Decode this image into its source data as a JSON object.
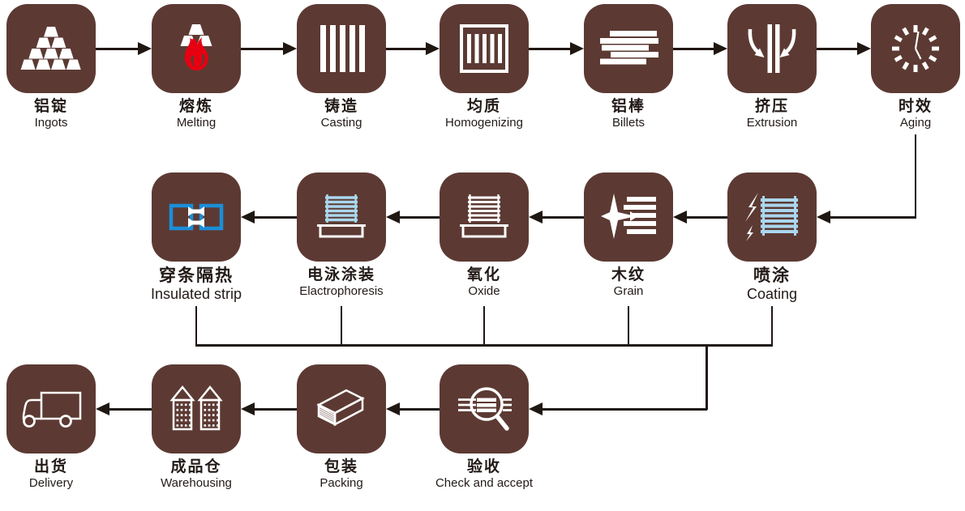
{
  "title": "Aluminium profile production process flow",
  "colors": {
    "box": "#5c3a33",
    "flame_red": "#e60012",
    "light_blue": "#aad7ee",
    "bright_blue": "#1b8ed8",
    "line": "#1f1712",
    "text": "#221a17",
    "icon_white": "#ffffff",
    "background": "#ffffff"
  },
  "rows": [
    {
      "items": [
        {
          "zh": "铝锭",
          "en": "Ingots",
          "icon": "ingots-icon"
        },
        {
          "zh": "熔炼",
          "en": "Melting",
          "icon": "melting-flame-icon"
        },
        {
          "zh": "铸造",
          "en": "Casting",
          "icon": "casting-bars-icon"
        },
        {
          "zh": "均质",
          "en": "Homogenizing",
          "icon": "homogenizing-icon"
        },
        {
          "zh": "铝棒",
          "en": "Billets",
          "icon": "billets-icon"
        },
        {
          "zh": "挤压",
          "en": "Extrusion",
          "icon": "extrusion-icon"
        },
        {
          "zh": "时效",
          "en": "Aging",
          "icon": "aging-clock-icon"
        }
      ]
    },
    {
      "items": [
        {
          "zh": "穿条隔热",
          "en": "Insulated strip",
          "icon": "insulated-strip-icon"
        },
        {
          "zh": "电泳涂装",
          "en": "Elactrophoresis",
          "icon": "electrophoresis-tank-icon"
        },
        {
          "zh": "氧化",
          "en": "Oxide",
          "icon": "oxide-tank-icon"
        },
        {
          "zh": "木纹",
          "en": "Grain",
          "icon": "wood-grain-icon"
        },
        {
          "zh": "喷涂",
          "en": "Coating",
          "icon": "coating-spray-icon"
        }
      ]
    },
    {
      "items": [
        {
          "zh": "出货",
          "en": "Delivery",
          "icon": "truck-icon"
        },
        {
          "zh": "成品仓",
          "en": "Warehousing",
          "icon": "warehouse-icon"
        },
        {
          "zh": "包装",
          "en": "Packing",
          "icon": "container-icon"
        },
        {
          "zh": "验收",
          "en": "Check and accept",
          "icon": "magnifier-icon"
        }
      ]
    }
  ]
}
